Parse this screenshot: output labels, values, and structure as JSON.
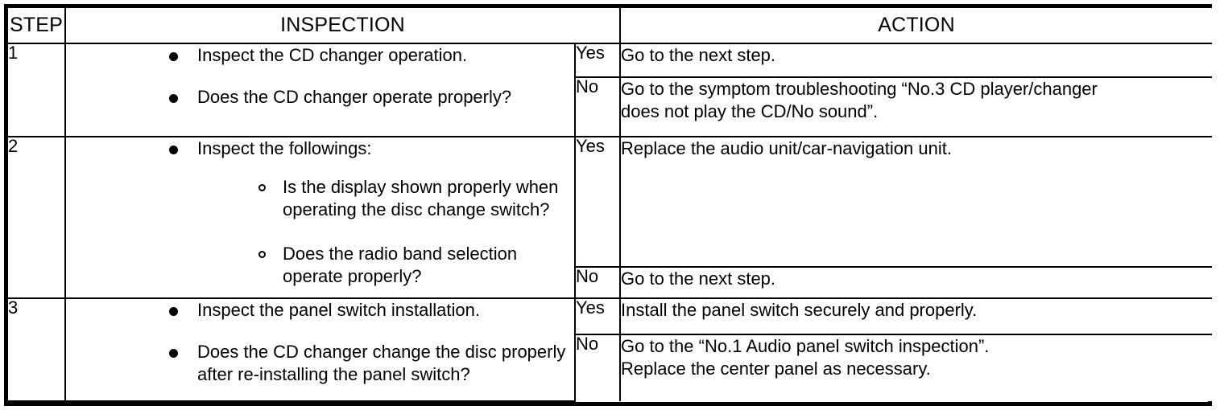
{
  "table": {
    "headers": {
      "step": "STEP",
      "inspection": "INSPECTION",
      "action": "ACTION"
    },
    "answers": {
      "yes": "Yes",
      "no": "No"
    },
    "rows": [
      {
        "step": "1",
        "inspection": {
          "bullets": [
            {
              "text": "Inspect the CD changer operation.",
              "sub": []
            },
            {
              "text": "Does the CD changer operate properly?",
              "sub": []
            }
          ]
        },
        "yes": {
          "label": "Yes",
          "lines": [
            "Go to the next step."
          ]
        },
        "no": {
          "label": "No",
          "lines": [
            "Go to the symptom troubleshooting “No.3 CD player/changer",
            "does not play the CD/No sound”."
          ]
        }
      },
      {
        "step": "2",
        "inspection": {
          "bullets": [
            {
              "text": "Inspect the followings:",
              "sub": [
                [
                  "Is the display shown properly when",
                  "operating the disc change switch?"
                ],
                [
                  "Does the radio band selection",
                  "operate properly?"
                ]
              ]
            }
          ]
        },
        "yes": {
          "label": "Yes",
          "lines": [
            "Replace the audio unit/car-navigation unit."
          ]
        },
        "no": {
          "label": "No",
          "lines": [
            "Go to the next step."
          ]
        }
      },
      {
        "step": "3",
        "inspection": {
          "bullets": [
            {
              "text": "Inspect the panel switch installation.",
              "sub": []
            },
            {
              "text": "Does the CD changer change the disc properly",
              "sub": [],
              "cont": "after re-installing the panel switch?"
            }
          ]
        },
        "yes": {
          "label": "Yes",
          "lines": [
            "Install the panel switch securely and properly."
          ]
        },
        "no": {
          "label": "No",
          "lines": [
            "Go to the “No.1 Audio panel switch inspection”.",
            "Replace the center panel as necessary."
          ]
        }
      }
    ]
  }
}
